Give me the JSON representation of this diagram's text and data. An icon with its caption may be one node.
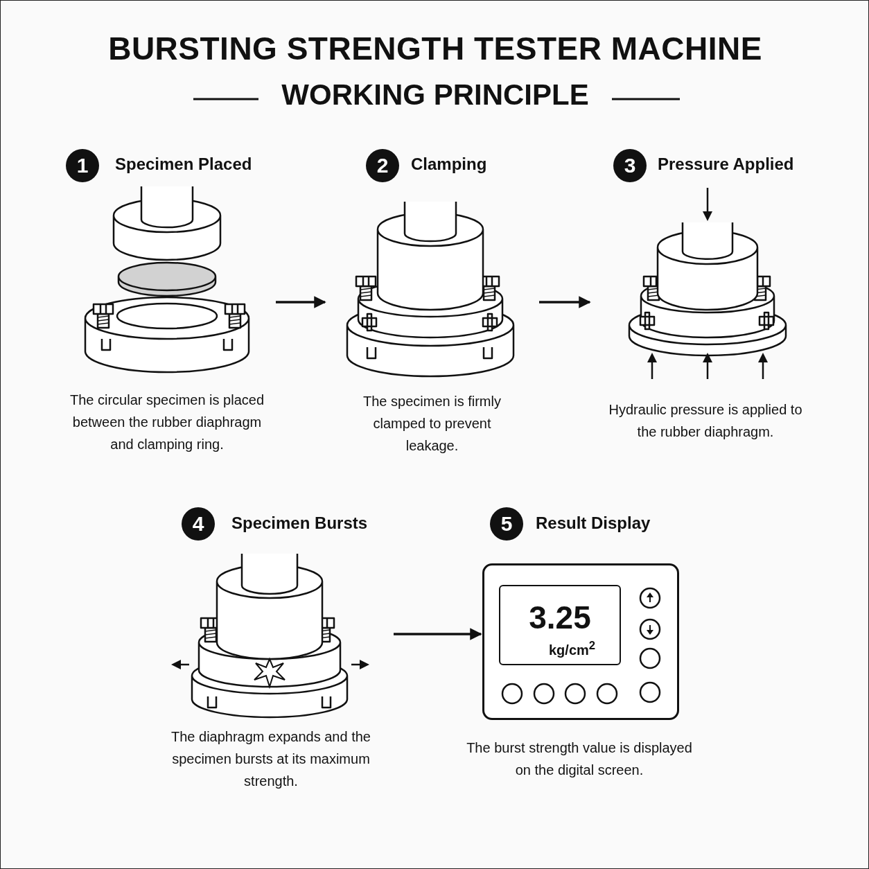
{
  "diagram": {
    "title": "BURSTING STRENGTH TESTER MACHINE",
    "nodes": [
      {
        "text": [
          "1"
        ],
        "beside": [
          "Specimen Placed"
        ]
      },
      {
        "text": [],
        "shape": "picture",
        "beside": [
          "The circular specimen is placed between the rubber diaphragm and clamping ring."
        ]
      },
      {
        "text": [
          "2"
        ],
        "beside": [
          "Clamping"
        ]
      },
      {
        "text": [],
        "shape": "picture",
        "beside": [
          "The specimen is firmly clamped to prevent leakage."
        ]
      },
      {
        "text": [
          "3"
        ],
        "beside": [
          "Pressure Applied"
        ]
      },
      {
        "text": [],
        "shape": "picture",
        "beside": [
          "Hydraulic pressure is applied to the rubber diaphragm."
        ]
      },
      {
        "text": [
          "4"
        ],
        "beside": [
          "Specimen Bursts"
        ]
      },
      {
        "text": [],
        "shape": "picture",
        "beside": [
          "The diaphragm expands and the specimen bursts at its maximum strength."
        ]
      },
      {
        "text": [
          "5"
        ],
        "beside": [
          "Result Display"
        ]
      },
      {
        "text": [
          "3.25",
          "kg/cm$^{2}$"
        ],
        "beside": [
          "The burst strength value is displayed on the digital screen."
        ]
      }
    ],
    "edges": [
      {
        "from": 1,
        "to": 3,
        "arrow": "to"
      },
      {
        "from": 3,
        "to": 5,
        "arrow": "to"
      },
      {
        "from": 7,
        "to": 9,
        "arrow": "to"
      }
    ],
    "labels": [
      "WORKING PRINCIPLE"
    ]
  }
}
